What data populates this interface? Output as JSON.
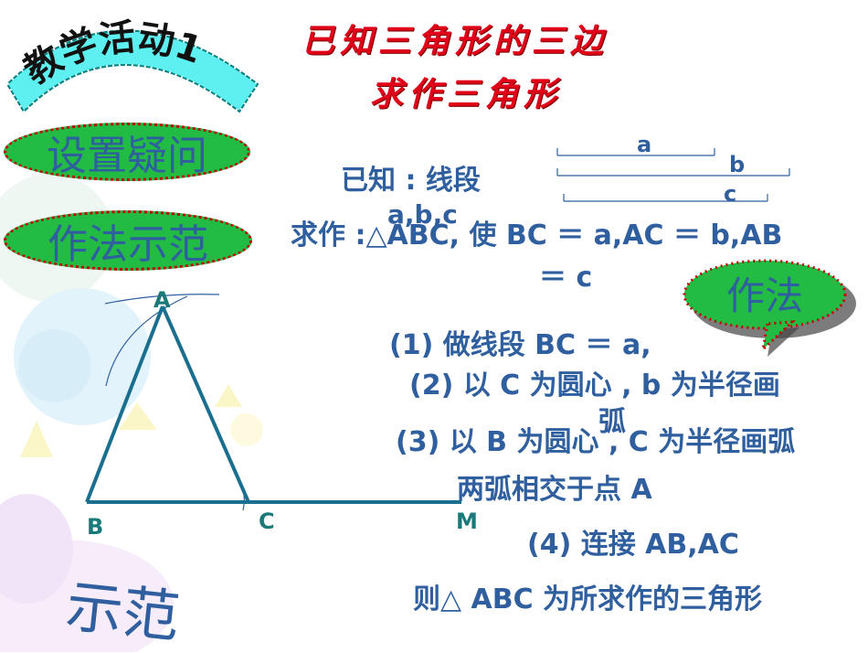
{
  "header": {
    "badge_label": "教学活动1",
    "title_line1": "已知三角形的三边",
    "title_line2": "求作三角形"
  },
  "sidebar": {
    "btn_question": "设置疑问",
    "btn_demo_method": "作法示范",
    "demo_label": "示范"
  },
  "given": {
    "label": "已知 : 线段",
    "segments_text": "a,b,c",
    "seg_a": "a",
    "seg_b": "b",
    "seg_c": "c"
  },
  "task": {
    "line1": "求作 :△ABC, 使 BC ＝ a,AC ＝ b,AB",
    "line2": "＝ c"
  },
  "method": {
    "bubble_label": "作法",
    "step1": "(1) 做线段 BC ＝ a,",
    "step2": "(2) 以 C 为圆心 , b 为半径画",
    "step2_tail": "弧",
    "step3": "(3) 以 B 为圆心 , C 为半径画弧",
    "step3b": "两弧相交于点 A",
    "step4": "(4) 连接 AB,AC",
    "conclusion": "则△ ABC 为所求作的三角形"
  },
  "figure": {
    "point_a": "A",
    "point_b": "B",
    "point_c": "C",
    "point_m": "M"
  },
  "colors": {
    "accent_blue": "#2f5f9e",
    "title_red": "#e0001a",
    "badge_cyan": "#5ef0f0",
    "button_green": "#22bb44",
    "line_teal": "#1a6f8f"
  }
}
